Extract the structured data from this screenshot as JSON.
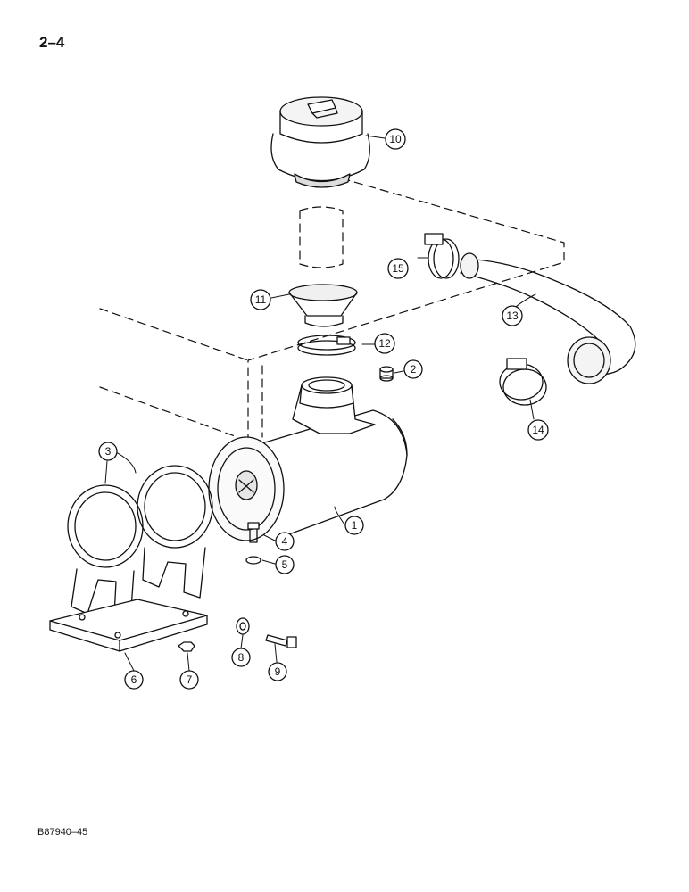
{
  "page_label": "2–4",
  "figure_code": "B87940–45",
  "callouts": [
    "1",
    "2",
    "3",
    "4",
    "5",
    "6",
    "7",
    "8",
    "9",
    "10",
    "11",
    "12",
    "13",
    "14",
    "15"
  ]
}
